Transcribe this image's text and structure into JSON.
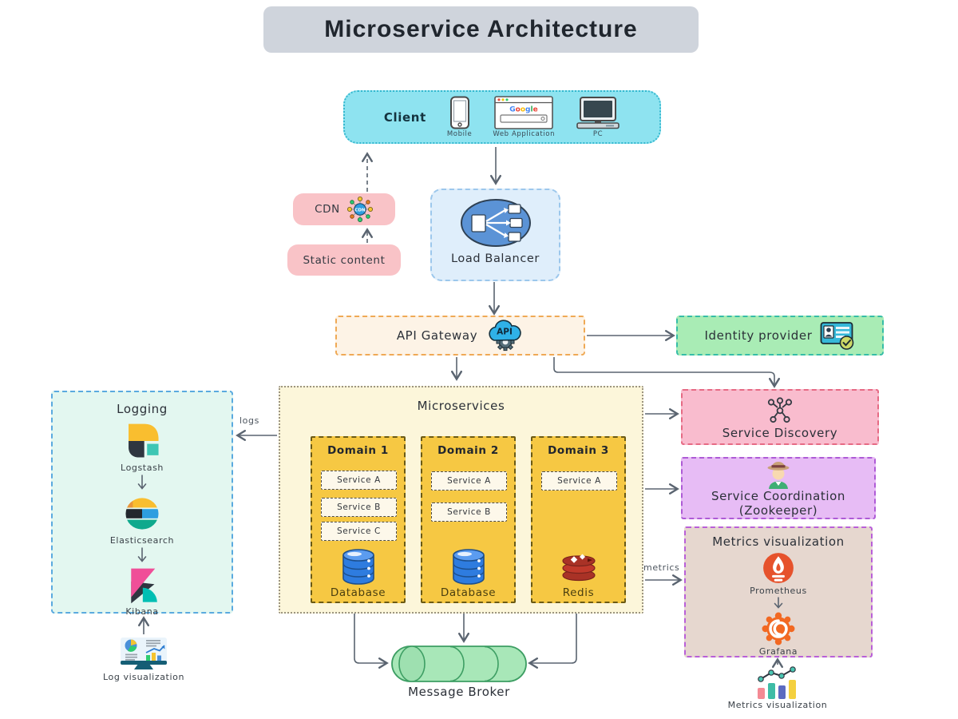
{
  "title": "Microservice Architecture",
  "client": {
    "label": "Client",
    "google": [
      "G",
      "o",
      "o",
      "g",
      "l",
      "e"
    ],
    "devices": [
      {
        "label": "Mobile"
      },
      {
        "label": "Web Application"
      },
      {
        "label": "PC"
      }
    ]
  },
  "cdn": {
    "label": "CDN",
    "badge": "CDN"
  },
  "static_content": {
    "label": "Static content"
  },
  "load_balancer": {
    "label": "Load Balancer"
  },
  "api_gateway": {
    "label": "API Gateway",
    "badge": "API"
  },
  "identity_provider": {
    "label": "Identity provider"
  },
  "logging": {
    "title": "Logging",
    "stack": [
      {
        "label": "Logstash"
      },
      {
        "label": "Elasticsearch"
      },
      {
        "label": "Kibana"
      }
    ]
  },
  "microservices": {
    "title": "Microservices",
    "domains": [
      {
        "title": "Domain 1",
        "services": [
          "Service A",
          "Service B",
          "Service C"
        ],
        "store": "Database"
      },
      {
        "title": "Domain 2",
        "services": [
          "Service A",
          "Service B"
        ],
        "store": "Database"
      },
      {
        "title": "Domain 3",
        "services": [
          "Service A"
        ],
        "store": "Redis"
      }
    ]
  },
  "service_discovery": {
    "label": "Service Discovery"
  },
  "service_coordination": {
    "line1": "Service Coordination",
    "line2": "(Zookeeper)"
  },
  "metrics_box": {
    "title": "Metrics visualization",
    "stack": [
      {
        "label": "Prometheus"
      },
      {
        "label": "Grafana"
      }
    ]
  },
  "message_broker": {
    "label": "Message Broker"
  },
  "log_visualization": {
    "label": "Log visualization"
  },
  "metrics_visualization": {
    "label": "Metrics visualization"
  },
  "edges": {
    "logs": "logs",
    "metrics": "metrics"
  },
  "colors": {
    "title_bg": "#cfd4dc",
    "client_bg": "#8ee3f0",
    "pink_bg": "#f9c3c7",
    "load_balancer_bg": "#dfeefb",
    "api_gateway_bg": "#fdf3e6",
    "identity_bg": "#a9ecb5",
    "logging_bg": "#e3f7f0",
    "microservices_bg": "#fcf6da",
    "domain_bg": "#f6c843",
    "service_discovery_bg": "#f9bcce",
    "service_coordination_bg": "#e7bcf5",
    "metrics_bg": "#e6d7cf",
    "broker_bg": "#a8e7b8",
    "arrow": "#5a6470"
  }
}
